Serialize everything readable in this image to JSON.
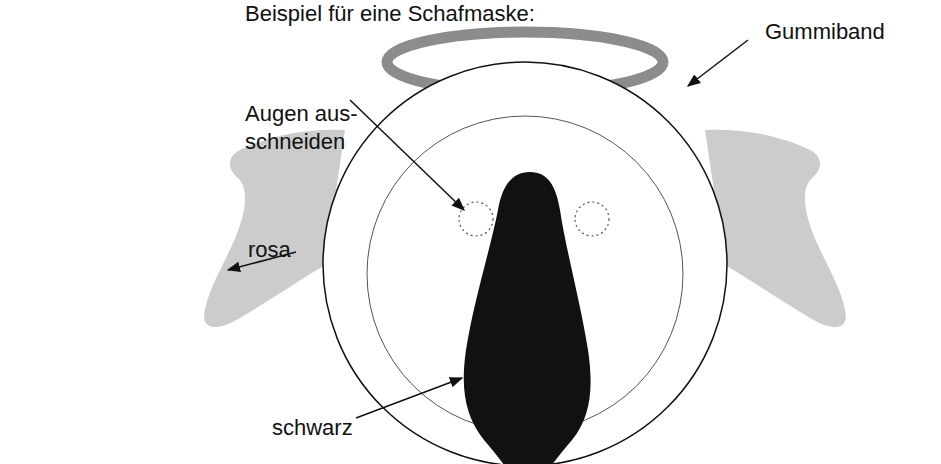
{
  "diagram": {
    "title": "Beispiel für eine Schafmaske:",
    "labels": [
      "Gummiband",
      "Augen aus- schneiden",
      "rosa",
      "schwarz"
    ]
  }
}
